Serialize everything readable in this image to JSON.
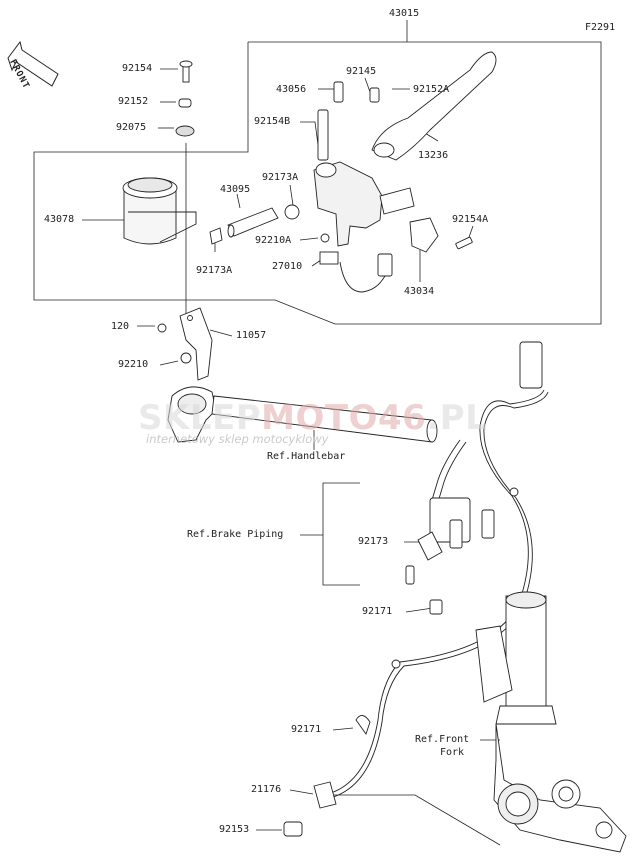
{
  "figure_code": "F2291",
  "front_label": "FRONT",
  "watermark": {
    "main_a": "SKLEP",
    "main_b": "MOTO",
    "main_c": "46",
    "main_d": ".PL",
    "sub": "internetowy sklep motocyklowy",
    "colors": {
      "grey": "#d0d0d0",
      "red": "#e6b3b3"
    }
  },
  "parts": {
    "p43015": "43015",
    "p92154": "92154",
    "p92152": "92152",
    "p92075": "92075",
    "p43078": "43078",
    "p92145": "92145",
    "p43056": "43056",
    "p92152A": "92152A",
    "p92154B": "92154B",
    "p13236": "13236",
    "p92173A_top": "92173A",
    "p43095": "43095",
    "p92154A": "92154A",
    "p92210A": "92210A",
    "p92173A_bot": "92173A",
    "p27010": "27010",
    "p43034": "43034",
    "p120": "120",
    "p11057": "11057",
    "p92210": "92210",
    "p92173": "92173",
    "p92171_a": "92171",
    "p92171_b": "92171",
    "p21176": "21176",
    "p92153": "92153"
  },
  "refs": {
    "handlebar": "Ref.Handlebar",
    "brake_piping": "Ref.Brake Piping",
    "front_fork_1": "Ref.Front",
    "front_fork_2": "Fork"
  }
}
